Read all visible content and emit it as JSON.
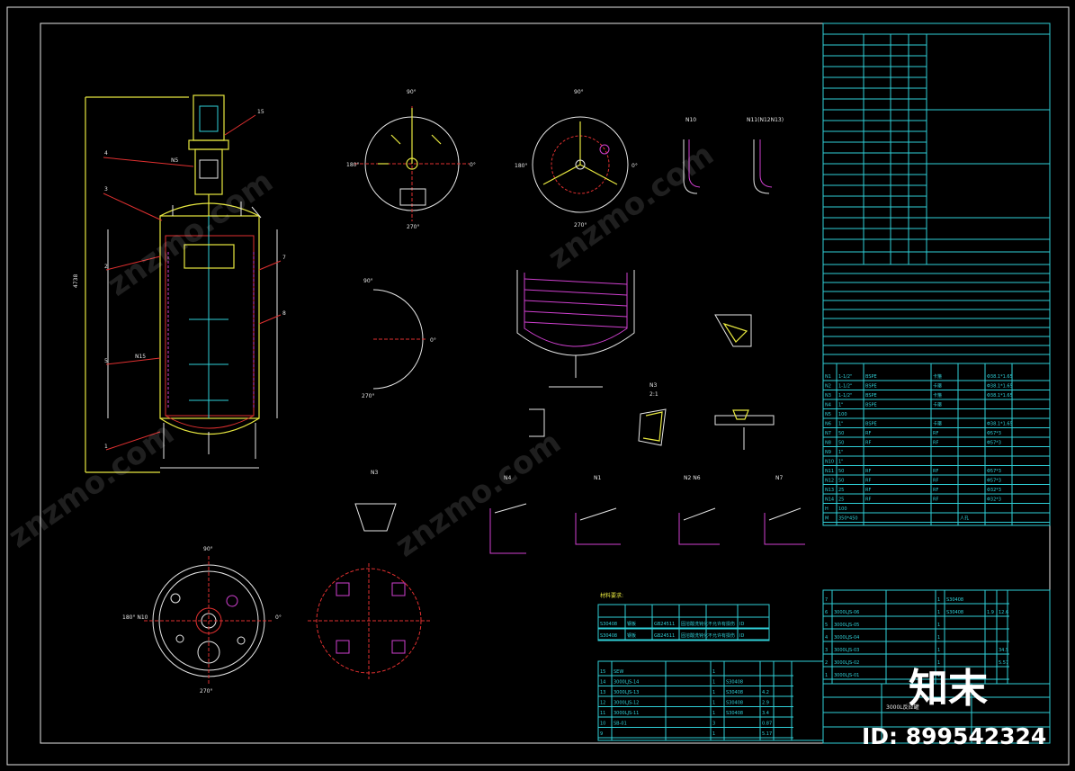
{
  "drawing": {
    "logo_text": "知末",
    "id_text": "ID: 899542324",
    "watermark": "znzmo.com",
    "notes_heading": "材料要求:"
  },
  "material_table": {
    "rows": [
      [
        "S30408",
        "钢板",
        "GB24511",
        "固溶酸洗钝化",
        "不允许有损伤",
        "ID"
      ],
      [
        "S30408",
        "钢板",
        "GB24511",
        "固溶酸洗钝化",
        "不允许有损伤",
        "ID"
      ]
    ]
  },
  "nozzle_table": {
    "rows": [
      [
        "N1",
        "1-1/2\"",
        "BSPE",
        "卡箍",
        "",
        "Φ38.1*1.65"
      ],
      [
        "N2",
        "1-1/2\"",
        "BSPE",
        "卡箍",
        "",
        "Φ38.1*1.65"
      ],
      [
        "N3",
        "1-1/2\"",
        "BSPE",
        "卡箍",
        "",
        "Φ38.1*1.65"
      ],
      [
        "N4",
        "1\"",
        "BSPE",
        "卡箍",
        "",
        ""
      ],
      [
        "N5",
        "100",
        "",
        "",
        "",
        ""
      ],
      [
        "N6",
        "1\"",
        "BSPE",
        "卡箍",
        "",
        "Φ38.1*1.65"
      ],
      [
        "N7",
        "50",
        "RF",
        "RF",
        "",
        "Φ57*3"
      ],
      [
        "N8",
        "50",
        "RF",
        "RF",
        "",
        "Φ57*3"
      ],
      [
        "N9",
        "1\"",
        "",
        "",
        "",
        ""
      ],
      [
        "N10",
        "1\"",
        "",
        "",
        "",
        ""
      ],
      [
        "N11",
        "50",
        "RF",
        "RF",
        "",
        "Φ57*3"
      ],
      [
        "N12",
        "50",
        "RF",
        "RF",
        "",
        "Φ57*3"
      ],
      [
        "N13",
        "25",
        "RF",
        "RF",
        "",
        "Φ32*3"
      ],
      [
        "N14",
        "25",
        "RF",
        "RF",
        "",
        "Φ32*3"
      ],
      [
        "H",
        "100",
        "",
        "",
        "",
        ""
      ],
      [
        "M",
        "350*450",
        "",
        "",
        "人孔",
        ""
      ]
    ]
  },
  "parts_table": {
    "rows": [
      [
        "15",
        "SEW",
        "",
        "1",
        "",
        "",
        ""
      ],
      [
        "14",
        "3000LJS-14",
        "",
        "1",
        "S30408",
        "",
        ""
      ],
      [
        "13",
        "3000LJS-13",
        "",
        "1",
        "S30408",
        "4.2",
        ""
      ],
      [
        "12",
        "3000LJS-12",
        "",
        "1",
        "S30408",
        "2.9",
        ""
      ],
      [
        "11",
        "3000LJS-11",
        "",
        "1",
        "S30408",
        "3.4",
        ""
      ],
      [
        "10",
        "SB-01",
        "",
        "3",
        "",
        "0.87",
        ""
      ],
      [
        "9",
        "",
        "",
        "1",
        "",
        "5.17",
        ""
      ]
    ]
  },
  "bom_table": {
    "rows": [
      [
        "7",
        "",
        "",
        "1",
        "S30408",
        "",
        ""
      ],
      [
        "6",
        "3000LJS-06",
        "",
        "1",
        "S30408",
        "1.9",
        "12.6"
      ],
      [
        "5",
        "3000LJS-05",
        "",
        "1",
        "",
        "",
        ""
      ],
      [
        "4",
        "3000LJS-04",
        "",
        "1",
        "",
        "",
        ""
      ],
      [
        "3",
        "3000LJS-03",
        "",
        "1",
        "",
        "",
        "34.5"
      ],
      [
        "2",
        "3000LJS-02",
        "",
        "1",
        "",
        "",
        "5.57"
      ],
      [
        "1",
        "3000LJS-01",
        "",
        "1",
        "",
        "",
        ""
      ]
    ],
    "title_block": "3000L反应罐"
  }
}
